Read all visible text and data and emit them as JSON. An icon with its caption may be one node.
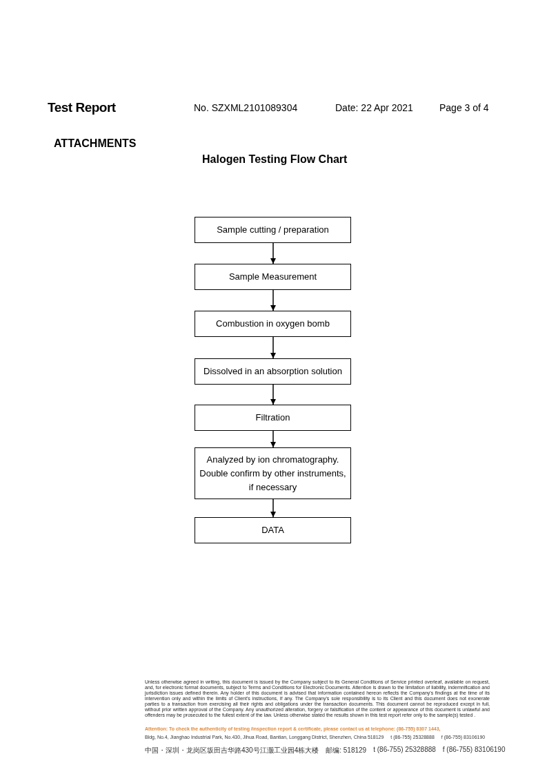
{
  "diagram": {
    "title": "Halogen Testing Flow Chart",
    "nodes": [
      {
        "text": [
          "Sample cutting / preparation"
        ]
      },
      {
        "text": [
          "Sample Measurement"
        ]
      },
      {
        "text": [
          "Combustion in oxygen bomb"
        ]
      },
      {
        "text": [
          "Dissolved in an absorption solution"
        ]
      },
      {
        "text": [
          "Filtration"
        ]
      },
      {
        "text": [
          "Analyzed by ion chromatography. Double confirm by other instruments, if necessary"
        ]
      },
      {
        "text": [
          "DATA"
        ]
      }
    ],
    "edges": [
      {
        "from": 0,
        "to": 1,
        "arrow": "to"
      },
      {
        "from": 1,
        "to": 2,
        "arrow": "to"
      },
      {
        "from": 2,
        "to": 3,
        "arrow": "to"
      },
      {
        "from": 3,
        "to": 4,
        "arrow": "to"
      },
      {
        "from": 4,
        "to": 5,
        "arrow": "to"
      },
      {
        "from": 5,
        "to": 6,
        "arrow": "to"
      }
    ],
    "labels": [
      "Test Report",
      "No. SZXML2101089304",
      "Date: 22 Apr 2021",
      "Page 3 of 4",
      "ATTACHMENTS",
      "Unless otherwise agreed in writing, this document is issued by the Company subject to its General Conditions of Service printed overleaf, available on request, and, for electronic format documents, subject to Terms and Conditions for Electronic Documents. Attention is drawn to the limitation of liability, indemnification and jurisdiction issues defined therein. Any holder of this document is advised that information contained hereon reflects the Company's findings at the time of its intervention only and within the limits of Client's instructions, if any. The Company's sole responsibility is to its Client and this document does not exonerate parties to a transaction from exercising all their rights and obligations under the transaction documents. This document cannot be reproduced except in full, without prior written approval of the Company. Any unauthorized alteration, forgery or falsification of the content or appearance of this document is unlawful and offenders may be prosecuted to the fullest extent of the law. Unless otherwise stated the results shown in this test report refer only to the sample(s) tested .",
      "Attention: To check the authenticity of testing /inspection report & certificate, please contact us at telephone: (86-755) 8307 1443,",
      "Bldg, No.4, Jianghao Industrial Park, No.430, Jihua Road, Bantian, Longgang District, Shenzhen, China 518129",
      "t (86-755) 25328888",
      "f (86-755) 83106190",
      "中国・深圳・龙岗区坂田吉华路430号江灏工业园4栋大楼",
      "邮编: 518129",
      "t (86-755) 25328888",
      "f (86-755) 83106190"
    ]
  }
}
